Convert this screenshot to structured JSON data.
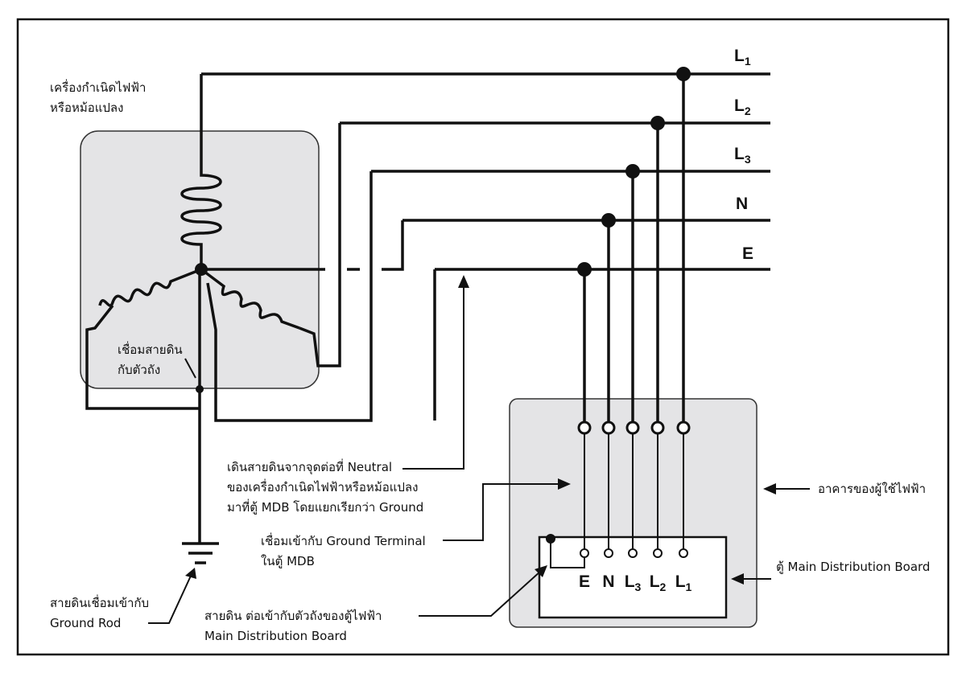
{
  "lines": {
    "l1": {
      "main": "L",
      "sub": "1"
    },
    "l2": {
      "main": "L",
      "sub": "2"
    },
    "l3": {
      "main": "L",
      "sub": "3"
    },
    "n": {
      "main": "N",
      "sub": ""
    },
    "e": {
      "main": "E",
      "sub": ""
    }
  },
  "mdb_terminals": {
    "e": {
      "main": "E",
      "sub": ""
    },
    "n": {
      "main": "N",
      "sub": ""
    },
    "l3": {
      "main": "L",
      "sub": "3"
    },
    "l2": {
      "main": "L",
      "sub": "2"
    },
    "l1": {
      "main": "L",
      "sub": "1"
    }
  },
  "labels": {
    "generator": [
      "เครื่องกำเนิดไฟฟ้า",
      "หรือหม้อแปลง"
    ],
    "tank_bond": [
      "เชื่อมสายดิน",
      "กับตัวถัง"
    ],
    "neutral_ground": [
      "เดินสายดินจากจุดต่อที่ Neutral",
      "ของเครื่องกำเนิดไฟฟ้าหรือหม้อแปลง",
      "มาที่ตู้ MDB โดยแยกเรียกว่า Ground"
    ],
    "ground_terminal": [
      "เชื่อมเข้ากับ Ground Terminal",
      "ในตู้ MDB"
    ],
    "ground_rod": [
      "สายดินเชื่อมเข้ากับ",
      "Ground Rod"
    ],
    "cabinet_ground": [
      "สายดิน ต่อเข้ากับตัวถังของตู้ไฟฟ้า",
      "Main Distribution Board"
    ],
    "building": "อาคารของผู้ใช้ไฟฟ้า",
    "mdb": "ตู้ Main Distribution Board"
  }
}
